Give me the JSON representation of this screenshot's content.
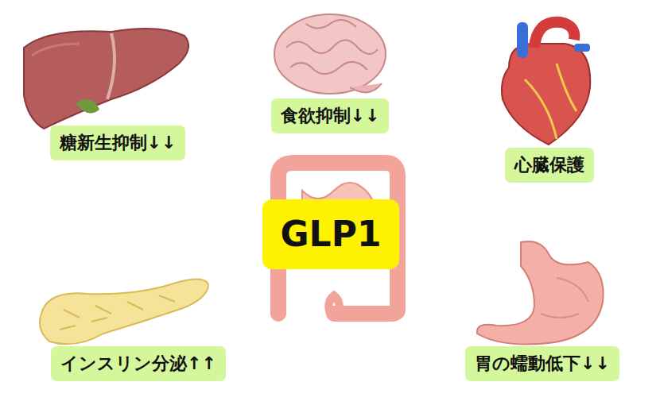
{
  "diagram": {
    "nodes": [
      {
        "text": [
          "糖新生抑制↓↓"
        ]
      },
      {
        "text": [
          "食欲抑制↓↓"
        ]
      },
      {
        "text": [
          "心臓保護"
        ]
      },
      {
        "text": [
          "GLP1"
        ]
      },
      {
        "text": [
          "インスリン分泌↑↑"
        ]
      },
      {
        "text": [
          "胃の蠕動低下↓↓"
        ]
      }
    ]
  }
}
